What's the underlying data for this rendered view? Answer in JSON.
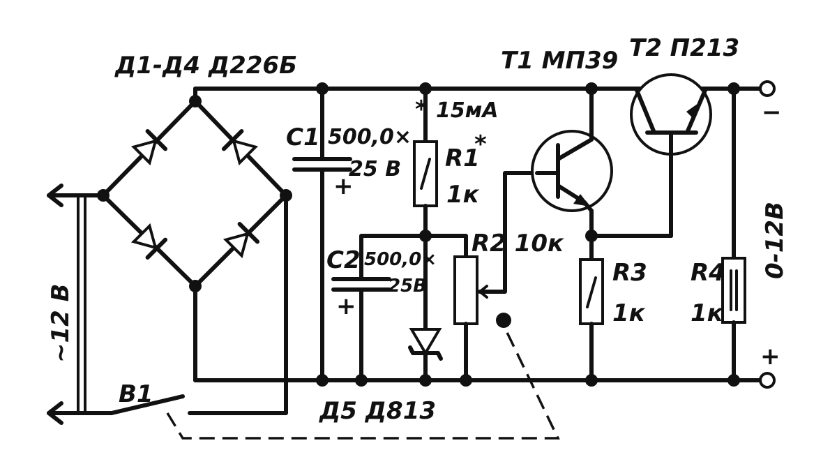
{
  "labels": {
    "bridge": "Д1-Д4 Д226Б",
    "t1": "Т1 МП39",
    "t2": "Т2 П213",
    "c1_name": "С1",
    "c1_cap": "500,0×",
    "c1_volt": "25 В",
    "c2_name": "С2",
    "c2_cap": "500,0×",
    "c2_volt": "25В",
    "plus": "+",
    "current_star": "*",
    "current": "15мА",
    "r1_name": "R1",
    "r1_star": "*",
    "r1_value": "1к",
    "r2": "R2 10к",
    "r3_name": "R3",
    "r3_value": "1к",
    "r4_name": "R4",
    "r4_value": "1к",
    "ac_input": "~12 В",
    "output_range": "0-12В",
    "out_minus": "−",
    "out_plus": "+",
    "switch": "В1",
    "zener": "Д5 Д813"
  }
}
